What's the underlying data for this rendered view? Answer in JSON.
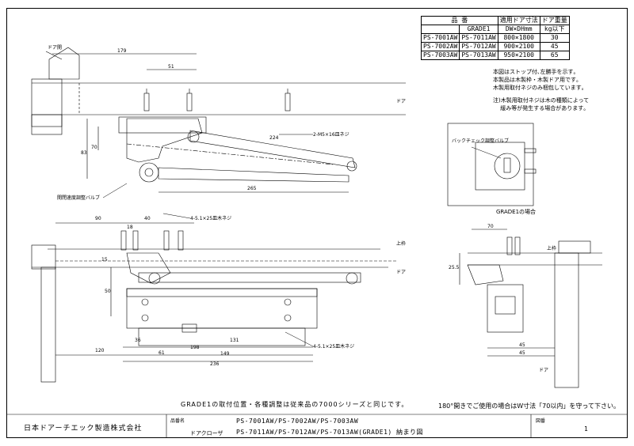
{
  "table": {
    "header_product": "品 番",
    "header_grade": "GRADE1",
    "header_dim": "適用ドア寸法",
    "header_dim_sub": "DW×DHmm",
    "header_weight": "ドア重量",
    "header_weight_sub": "kg以下",
    "rows": [
      {
        "model": "PS-7001AW",
        "grade": "PS-7011AW",
        "size": "800×1800",
        "weight": "30"
      },
      {
        "model": "PS-7002AW",
        "grade": "PS-7012AW",
        "size": "900×2100",
        "weight": "45"
      },
      {
        "model": "PS-7003AW",
        "grade": "PS-7013AW",
        "size": "950×2100",
        "weight": "65"
      }
    ]
  },
  "notes": [
    "本図はストップ付､左勝手を示す｡",
    "本製品は木製枠・木製ドア用です｡",
    "木製用取付ネジのみ梱包しています｡",
    "注)木製用取付ネジは木の種類によって",
    "　 緩み等が発生する場合があります｡"
  ],
  "labels": {
    "door_left": "ドア開",
    "door_right": "ドア",
    "upper_frame": "上枠",
    "screw_top": "2-M5×16皿ネジ",
    "valve_top": "開閉速度調整バルブ",
    "backcheck": "バックチェック調整バルブ",
    "grade_note": "GRADE1の場合",
    "screw_mid1": "4-5.1×25皿木ネジ",
    "screw_mid2": "4-5.1×25皿木ネジ",
    "door_br": "ドア"
  },
  "dims": {
    "d179": "179",
    "d51": "51",
    "d224": "224",
    "d265": "265",
    "d83": "83",
    "d70": "70",
    "d90": "90",
    "d40": "40",
    "d18": "18",
    "d15": "15",
    "d50": "50",
    "d120": "120",
    "d61": "61",
    "d198": "198",
    "d149": "149",
    "d236": "236",
    "d131": "131",
    "d36": "36",
    "d70b": "70",
    "d45": "45",
    "d45b": "45",
    "d255": "25.5"
  },
  "footer": {
    "left": "GRADE1の取付位置・各種調整は従来品の7000シリーズと同じです。",
    "right": "180°開きでご使用の場合はW寸法「70以内」を守って下さい。",
    "company": "日本ドアーチエック製造株式会社",
    "label_model": "品番名",
    "label_product": "ドアクローザ",
    "line1": "PS-7001AW/PS-7002AW/PS-7003AW",
    "line2": "PS-7011AW/PS-7012AW/PS-7013AW(GRADE1) 納まり図",
    "label_sheet": "図番",
    "sheet_no": "1"
  }
}
